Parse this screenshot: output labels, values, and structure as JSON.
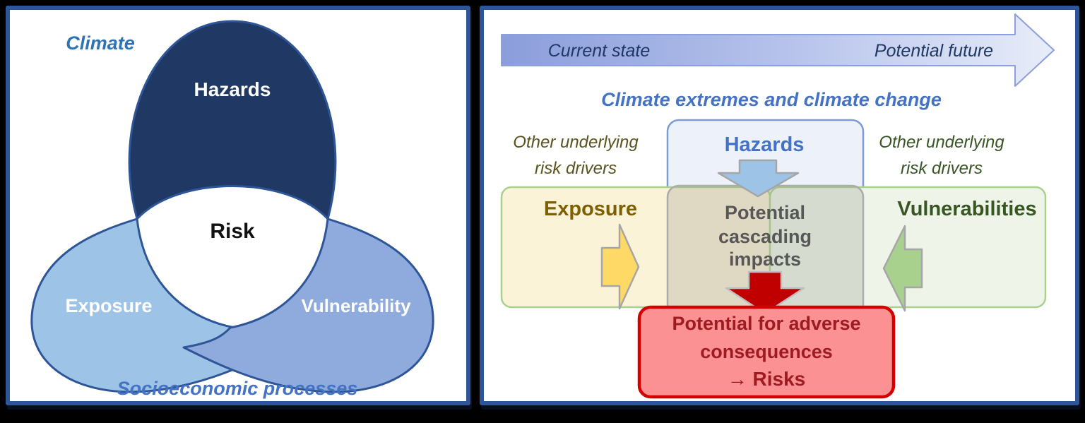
{
  "left_panel": {
    "title_top": "Climate",
    "title_bottom": "Socioeconomic processes",
    "lobes": {
      "top": "Hazards",
      "left": "Exposure",
      "right": "Vulnerability",
      "center": "Risk"
    }
  },
  "right_panel": {
    "timeline_arrow": {
      "left_label": "Current state",
      "right_label": "Potential future"
    },
    "subtitle": "Climate extremes and climate change",
    "left_drivers": {
      "line1": "Other underlying",
      "line2": "risk drivers"
    },
    "right_drivers": {
      "line1": "Other underlying",
      "line2": "risk drivers"
    },
    "hazards_box": {
      "label": "Hazards"
    },
    "exposure_box": {
      "label": "Exposure"
    },
    "vulnerabilities_box": {
      "label": "Vulnerabilities"
    },
    "cascading_box": {
      "line1": "Potential",
      "line2": "cascading",
      "line3": "impacts"
    },
    "risks_box": {
      "line1": "Potential for adverse",
      "line2": "consequences",
      "line3": "→ Risks"
    }
  },
  "palette": {
    "panel_border": "#2E5597",
    "hazard_navy": "#1F3864",
    "exposure_light_blue": "#9DC3E6",
    "vulnerability_periwinkle": "#8FAADC",
    "blue_text": "#2E74B5",
    "accent_blue": "#4472C4",
    "timeline_text_navy": "#1F3864",
    "olive_text": "#5A5320",
    "gold_text": "#7F6000",
    "green_text": "#375623",
    "green_border": "#A9D18E",
    "yellow_fill": "#FBF3D8",
    "green_fill": "#EEF5E8",
    "hazardbox_fill": "#EDF1FA",
    "hazardbox_border": "#7E9CD4",
    "yellow_arrow": "#FFD966",
    "green_arrow": "#A9D18E",
    "blue_arrow": "#9DC3E6",
    "red_arrow": "#C00000",
    "red_box_fill": "#FB9193",
    "red_box_border": "#D40000",
    "red_text": "#9E1B22",
    "gray_text": "#575757",
    "gray_border": "#ABABA9"
  }
}
